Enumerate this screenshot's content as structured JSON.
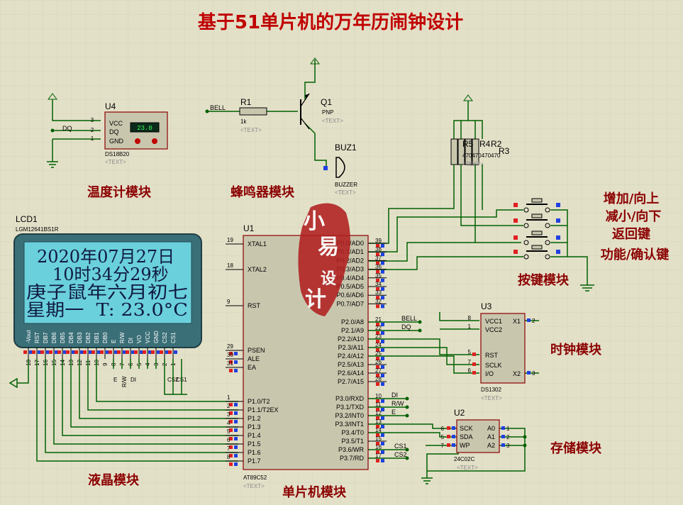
{
  "title": "基于51单片机的万年历闹钟设计",
  "modules": {
    "thermometer": "温度计模块",
    "buzzer": "蜂鸣器模块",
    "lcd": "液晶模块",
    "mcu": "单片机模块",
    "keys": "按键模块",
    "clock": "时钟模块",
    "storage": "存储模块"
  },
  "key_labels": [
    "增加/向上",
    "减小/向下",
    "返回键",
    "功能/确认键"
  ],
  "text_placeholder": "<TEXT>",
  "lcd": {
    "ref": "LCD1",
    "part": "LGM12641BS1R",
    "lines": [
      "2020年07月27日",
      "10时34分29秒",
      "庚子鼠年六月初七",
      "星期一  T: 23.0°C"
    ],
    "pins": [
      "-Vout",
      "RST",
      "DB7",
      "DB6",
      "DB5",
      "DB4",
      "DB3",
      "DB2",
      "DB1",
      "DB0",
      "E",
      "R/W",
      "DI",
      "VO",
      "VCC",
      "GND",
      "CS2",
      "CS1"
    ],
    "pin_numbers": [
      "18",
      "17",
      "16",
      "15",
      "14",
      "13",
      "12",
      "11",
      "10",
      "9",
      "8",
      "7",
      "6",
      "5",
      "4",
      "3",
      "2",
      "1"
    ],
    "net_labels": [
      "E",
      "R/W",
      "DI",
      "CS2",
      "CS1"
    ]
  },
  "u4": {
    "ref": "U4",
    "part": "DS18B20",
    "pins": [
      "VCC",
      "DQ",
      "GND"
    ],
    "pin_numbers": [
      "3",
      "2",
      "1"
    ],
    "display": "23.0",
    "net": "DQ"
  },
  "buzzer": {
    "r1_ref": "R1",
    "r1_value": "1k",
    "net": "BELL",
    "q1_ref": "Q1",
    "q1_type": "PNP",
    "buz_ref": "BUZ1",
    "buz_part": "BUZZER"
  },
  "resistors": {
    "refs": [
      "R5",
      "R4",
      "R2",
      "R3"
    ],
    "values_text": "470470470470"
  },
  "u1": {
    "ref": "U1",
    "part": "AT89C52",
    "left_pins": [
      {
        "num": "19",
        "name": "XTAL1"
      },
      {
        "num": "18",
        "name": "XTAL2"
      },
      {
        "num": "9",
        "name": "RST"
      },
      {
        "num": "29",
        "name": "PSEN"
      },
      {
        "num": "30",
        "name": "ALE"
      },
      {
        "num": "31",
        "name": "EA"
      },
      {
        "num": "1",
        "name": "P1.0/T2"
      },
      {
        "num": "2",
        "name": "P1.1/T2EX"
      },
      {
        "num": "3",
        "name": "P1.2"
      },
      {
        "num": "4",
        "name": "P1.3"
      },
      {
        "num": "5",
        "name": "P1.4"
      },
      {
        "num": "6",
        "name": "P1.5"
      },
      {
        "num": "7",
        "name": "P1.6"
      },
      {
        "num": "8",
        "name": "P1.7"
      }
    ],
    "right_pins": [
      {
        "num": "39",
        "name": "P0.0/AD0"
      },
      {
        "num": "38",
        "name": "P0.1/AD1"
      },
      {
        "num": "37",
        "name": "P0.2/AD2"
      },
      {
        "num": "36",
        "name": "P0.3/AD3"
      },
      {
        "num": "35",
        "name": "P0.4/AD4"
      },
      {
        "num": "34",
        "name": "P0.5/AD5"
      },
      {
        "num": "33",
        "name": "P0.6/AD6"
      },
      {
        "num": "32",
        "name": "P0.7/AD7"
      },
      {
        "num": "21",
        "name": "P2.0/A8"
      },
      {
        "num": "22",
        "name": "P2.1/A9"
      },
      {
        "num": "23",
        "name": "P2.2/A10"
      },
      {
        "num": "24",
        "name": "P2.3/A11"
      },
      {
        "num": "25",
        "name": "P2.4/A12"
      },
      {
        "num": "26",
        "name": "P2.5/A13"
      },
      {
        "num": "27",
        "name": "P2.6/A14"
      },
      {
        "num": "28",
        "name": "P2.7/A15"
      },
      {
        "num": "10",
        "name": "P3.0/RXD"
      },
      {
        "num": "11",
        "name": "P3.1/TXD"
      },
      {
        "num": "12",
        "name": "P3.2/INT0"
      },
      {
        "num": "13",
        "name": "P3.3/INT1"
      },
      {
        "num": "14",
        "name": "P3.4/T0"
      },
      {
        "num": "15",
        "name": "P3.5/T1"
      },
      {
        "num": "16",
        "name": "P3.6/WR"
      },
      {
        "num": "17",
        "name": "P3.7/RD"
      }
    ],
    "right_nets": {
      "21": "BELL",
      "22": "DQ",
      "10": "DI",
      "11": "R/W",
      "12": "E",
      "16": "CS1",
      "17": "CS2"
    }
  },
  "u3": {
    "ref": "U3",
    "part": "DS1302",
    "pins_left": [
      {
        "num": "8",
        "name": "VCC1"
      },
      {
        "num": "1",
        "name": "VCC2"
      },
      {
        "num": "5",
        "name": "RST"
      },
      {
        "num": "7",
        "name": "SCLK"
      },
      {
        "num": "6",
        "name": "I/O"
      }
    ],
    "pins_right": [
      {
        "num": "2",
        "name": "X1"
      },
      {
        "num": "3",
        "name": "X2"
      }
    ]
  },
  "u2": {
    "ref": "U2",
    "part": "24C02C",
    "pins_left": [
      {
        "num": "6",
        "name": "SCK"
      },
      {
        "num": "5",
        "name": "SDA"
      },
      {
        "num": "7",
        "name": "WP"
      }
    ],
    "pins_right": [
      {
        "num": "1",
        "name": "A0"
      },
      {
        "num": "2",
        "name": "A1"
      },
      {
        "num": "3",
        "name": "A2"
      }
    ]
  },
  "watermark": [
    "小",
    "易",
    "设",
    "计"
  ],
  "colors": {
    "background": "#e3e0c8",
    "grid": "#d2cfb8",
    "chip_body": "#c9c6ae",
    "chip_border": "#8b0000",
    "wire": "#006000",
    "lcd_bezel": "#3b6f78",
    "lcd_screen": "#6ad0dc",
    "module_label": "#8b0000",
    "title": "#c00000",
    "pin_red": "#e02020",
    "pin_blue": "#2040e0"
  }
}
